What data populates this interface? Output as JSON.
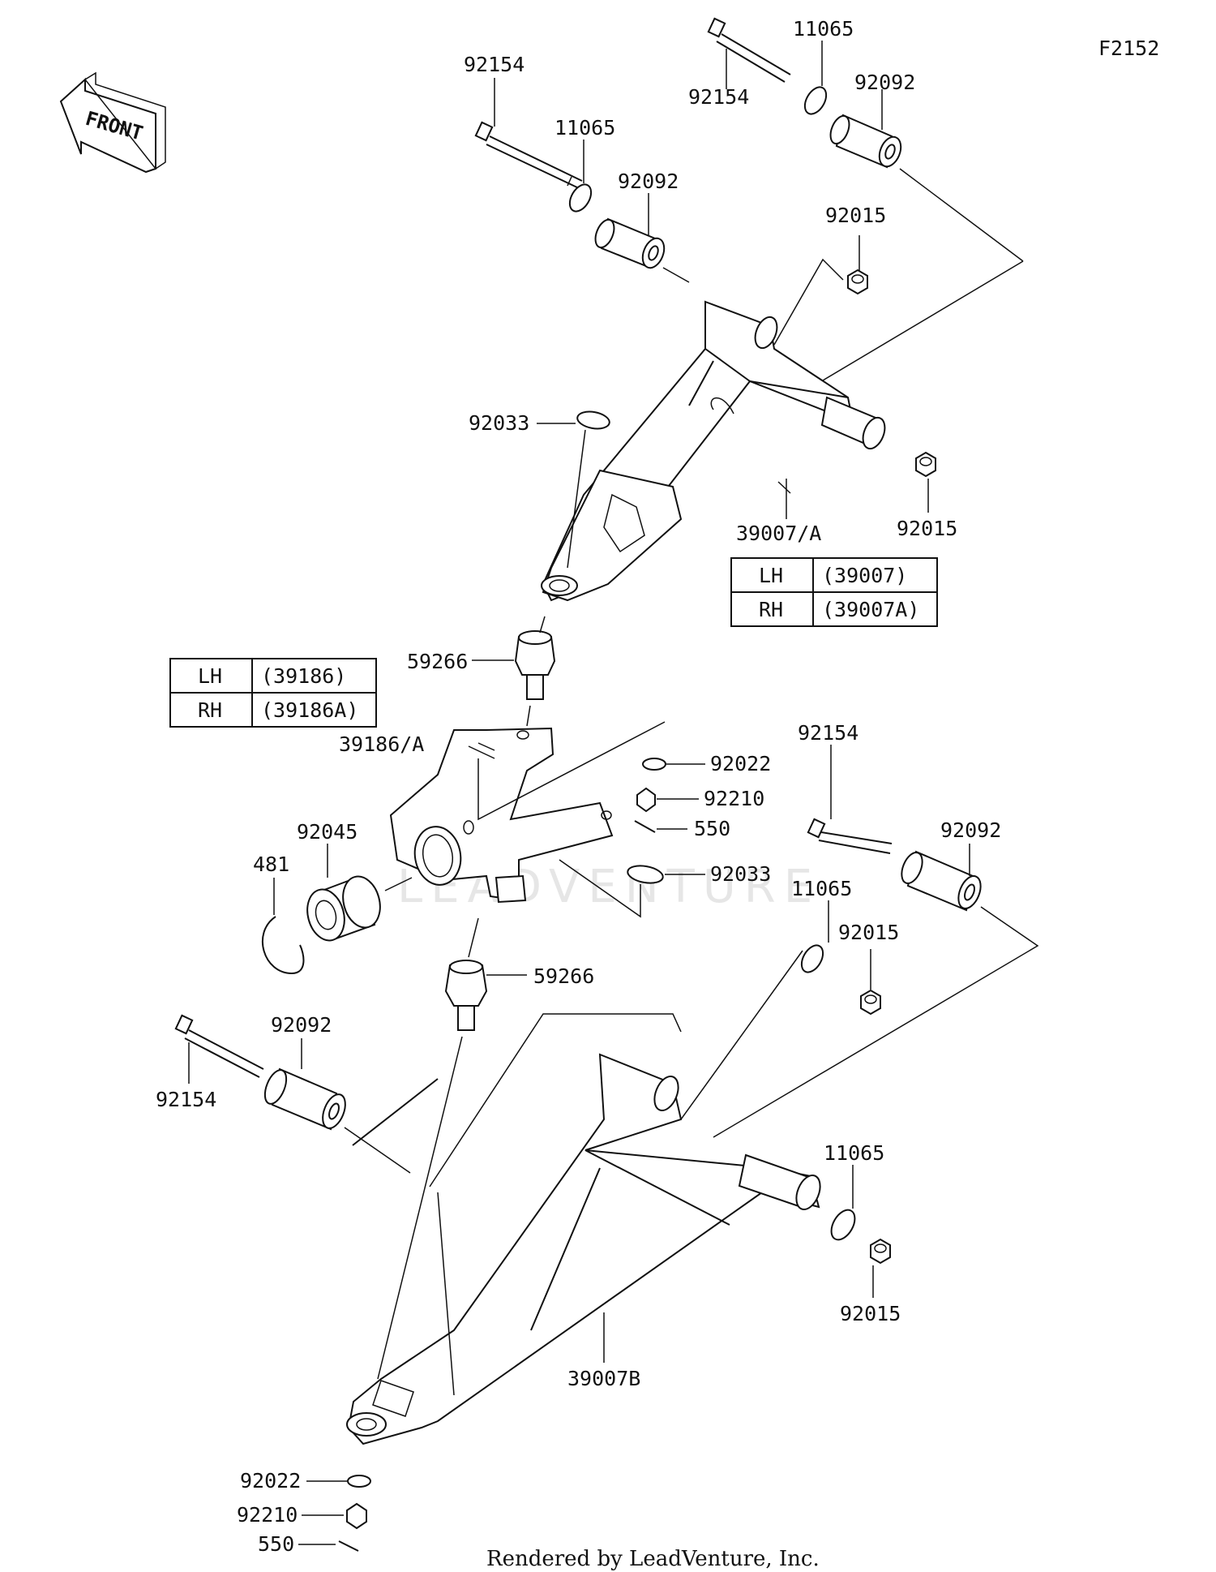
{
  "figure_code": "F2152",
  "front_label": "FRONT",
  "credit": "Rendered by LeadVenture, Inc.",
  "watermark": "LEADVENTURE",
  "upper_arm_table": [
    {
      "side": "LH",
      "part": "(39007)"
    },
    {
      "side": "RH",
      "part": "(39007A)"
    }
  ],
  "knuckle_table": [
    {
      "side": "LH",
      "part": "(39186)"
    },
    {
      "side": "RH",
      "part": "(39186A)"
    }
  ],
  "labels": {
    "upper_bolt_left": "92154",
    "upper_washer_left": "11065",
    "upper_bushing_left": "92092",
    "upper_bolt_right": "92154",
    "upper_washer_right": "11065",
    "upper_bushing_right": "92092",
    "upper_nut_1": "92015",
    "upper_nut_2": "92015",
    "upper_circlip": "92033",
    "upper_arm": "39007/A",
    "upper_balljoint": "59266",
    "knuckle": "39186/A",
    "knuckle_washer": "92022",
    "knuckle_castle_nut": "92210",
    "knuckle_cotter_pin": "550",
    "knuckle_circlip": "92033",
    "bearing": "92045",
    "snap_ring": "481",
    "lower_balljoint": "59266",
    "lower_bolt_right": "92154",
    "lower_bushing_right": "92092",
    "lower_washer_right": "11065",
    "lower_nut_right": "92015",
    "lower_bolt_left": "92154",
    "lower_bushing_left": "92092",
    "lower_washer_rear": "11065",
    "lower_nut_rear": "92015",
    "lower_arm": "39007B",
    "lower_washer": "92022",
    "lower_castle_nut": "92210",
    "lower_cotter_pin": "550"
  }
}
